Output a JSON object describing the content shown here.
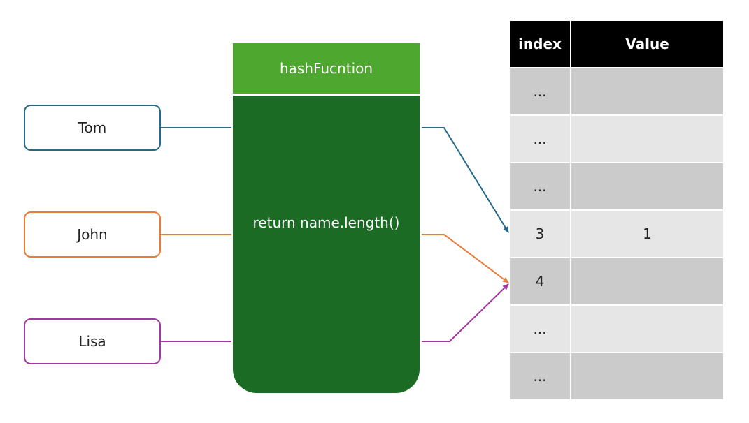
{
  "keys": [
    {
      "label": "Tom",
      "color": "#236a8a"
    },
    {
      "label": "John",
      "color": "#e97b37"
    },
    {
      "label": "Lisa",
      "color": "#a03aa0"
    }
  ],
  "hash_function": {
    "title": "hashFucntion",
    "body": "return name.length()",
    "header_color": "#4ea72e",
    "body_color": "#1b6b25"
  },
  "table": {
    "headers": [
      "index",
      "Value"
    ],
    "rows": [
      {
        "index": "...",
        "value": ""
      },
      {
        "index": "...",
        "value": ""
      },
      {
        "index": "...",
        "value": ""
      },
      {
        "index": "3",
        "value": "1"
      },
      {
        "index": "4",
        "value": ""
      },
      {
        "index": "...",
        "value": ""
      },
      {
        "index": "...",
        "value": ""
      }
    ]
  }
}
